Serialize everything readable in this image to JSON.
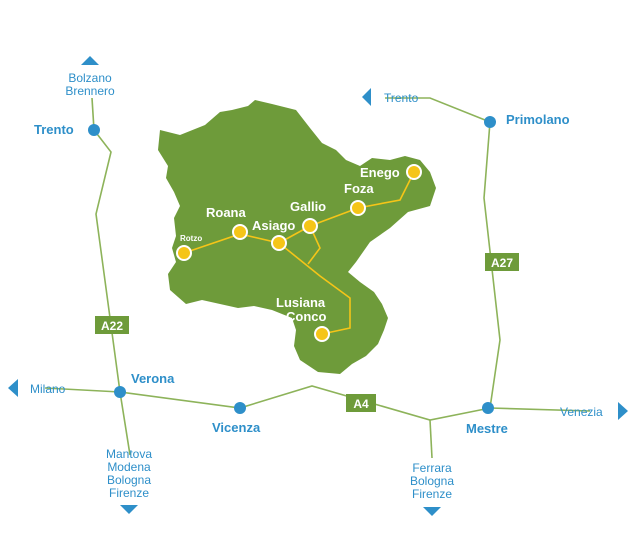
{
  "colors": {
    "region": "#6e9b3a",
    "road": "#8db35a",
    "city_dot": "#2e8fc9",
    "town_dot": "#f5c518",
    "label_blue": "#2e8fc9",
    "badge": "#6e9b3a"
  },
  "highways": {
    "a22": "A22",
    "a27": "A27",
    "a4": "A4"
  },
  "cities": {
    "trento_left": "Trento",
    "verona": "Verona",
    "vicenza": "Vicenza",
    "mestre": "Mestre",
    "primolano": "Primolano"
  },
  "directions": {
    "bolzano": "Bolzano",
    "brennero": "Brennero",
    "trento_top": "Trento",
    "milano": "Milano",
    "venezia": "Venezia",
    "mantova": "Mantova",
    "modena_left": "Modena",
    "bologna_left": "Bologna",
    "firenze_left": "Firenze",
    "ferrara": "Ferrara",
    "bologna_right": "Bologna",
    "firenze_right": "Firenze"
  },
  "towns": {
    "enego": "Enego",
    "foza": "Foza",
    "gallio": "Gallio",
    "roana": "Roana",
    "asiago": "Asiago",
    "rotzo": "Rotzo",
    "lusiana": "Lusiana",
    "conco": "Conco"
  }
}
